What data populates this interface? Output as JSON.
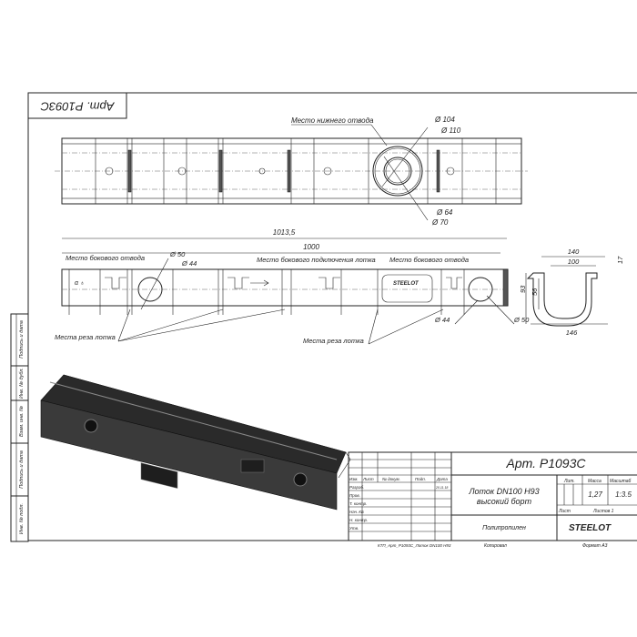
{
  "stamp_rotated": "Арт. P1093C",
  "top_view": {
    "label_bottom_outlet": "Место нижнего отвода",
    "dims": [
      "Ø 104",
      "Ø 110",
      "Ø 64",
      "Ø 70"
    ]
  },
  "side_view": {
    "overall_length": "1013,5",
    "length": "1000",
    "label_side_outlet_left": "Место бокового отвода",
    "label_side_connection": "Место бокового подключения лотка",
    "label_side_outlet_right": "Место бокового отвода",
    "label_cut_left": "Места реза лотка",
    "label_cut_right": "Места реза лотка",
    "dims_left": [
      "Ø 50",
      "Ø 44"
    ],
    "dims_right": [
      "Ø 44",
      "Ø 50"
    ],
    "brand": "STEELOT"
  },
  "section": {
    "width_top": "140",
    "width_inner": "100",
    "flange": "17",
    "height": "93",
    "inner_height": "56",
    "width_bottom": "146"
  },
  "side_stamp": [
    "Подпись и дата",
    "Инв. № дубл.",
    "Взам. инв. №",
    "Подпись и дата",
    "Инв. № подл."
  ],
  "title_block": {
    "article": "Арт. P1093C",
    "name_line1": "Лоток DN100 H93",
    "name_line2": "высокий борт",
    "material": "Полипропилен",
    "col_headers": [
      "Изм.",
      "Лист",
      "№ докум.",
      "Подп.",
      "Дата"
    ],
    "rows": [
      "Разраб.",
      "Пров.",
      "Т. контр.",
      "Нач. КБ",
      "Н. контр.",
      "Утв."
    ],
    "date": "20.11.18",
    "lit_label": "Лит.",
    "mass_label": "Масса",
    "scale_label": "Масштаб",
    "mass": "1,27",
    "scale": "1:3.5",
    "sheet_label": "Лист",
    "sheets_label": "Листов 1",
    "brand": "STEELOT",
    "file_name": "КТП_Арт_P1093C_Лоток DN100 H93",
    "copied": "Копировал",
    "format": "Формат А3"
  }
}
